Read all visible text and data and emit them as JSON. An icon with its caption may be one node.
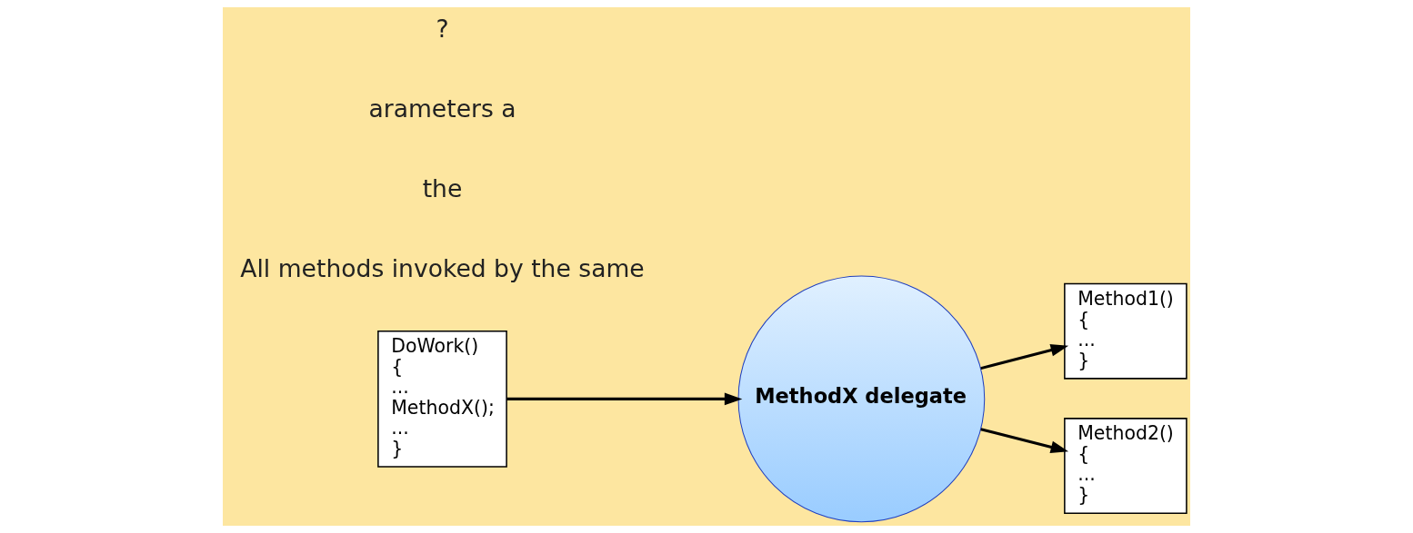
{
  "diagram": {
    "nodes": [
      {
        "text": [
          "DoWork()",
          "{",
          "...",
          "MethodX();",
          "...",
          "}"
        ]
      },
      {
        "text": [
          "MethodX delegate"
        ]
      },
      {
        "text": [
          "Method1()",
          "{",
          "...",
          "}"
        ]
      },
      {
        "text": [
          "Method2()",
          "{",
          "...",
          "}"
        ]
      }
    ],
    "edges": [
      {
        "from": 0,
        "to": 1,
        "arrow": "to"
      },
      {
        "from": 1,
        "to": 2,
        "arrow": "to"
      },
      {
        "from": 1,
        "to": 3,
        "arrow": "to"
      }
    ],
    "labels": [
      "All methods invoked by the same",
      "the",
      "arameters a",
      "?"
    ]
  }
}
